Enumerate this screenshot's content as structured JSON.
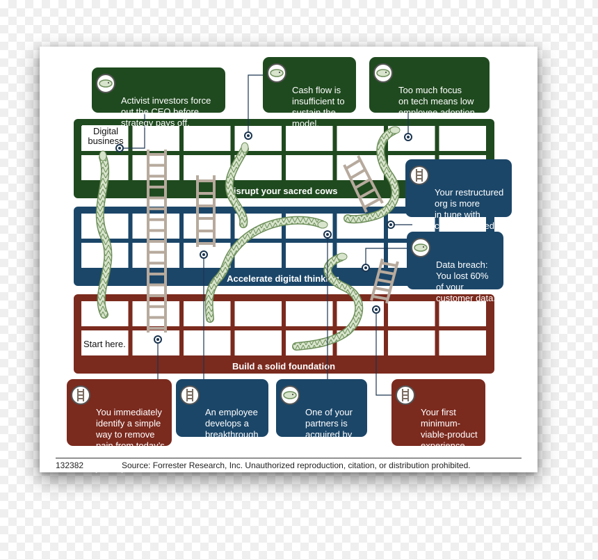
{
  "bands": {
    "top": {
      "label": "Disrupt your sacred cows",
      "color": "#1f4a1f"
    },
    "middle": {
      "label": "Accelerate digital thinking",
      "color": "#1b4668"
    },
    "bottom": {
      "label": "Build a solid foundation",
      "color": "#7b2a1e"
    }
  },
  "board": {
    "goal_label": "Digital\nbusiness",
    "start_label": "Start here."
  },
  "callouts": {
    "activist": {
      "text": "Activist investors force\nout the CEO before\nstrategy pays off.",
      "icon": "snake-icon",
      "color": "#1f4a1f"
    },
    "cashflow": {
      "text": "Cash flow is\ninsufficient to\nsustain the\nmodel.",
      "icon": "snake-icon",
      "color": "#1f4a1f"
    },
    "techfocus": {
      "text": "Too much focus\non tech means low\nemployee adoption.",
      "icon": "snake-icon",
      "color": "#1f4a1f"
    },
    "restructured": {
      "text": "Your restructured\norg is more\nin tune with\ncustomer needs.",
      "icon": "ladder-icon",
      "color": "#1b4668"
    },
    "databreach": {
      "text": "Data breach:\nYou lost 60%\nof your\ncustomer data.",
      "icon": "snake-icon",
      "color": "#1b4668"
    },
    "simpleway": {
      "text": "You immediately\nidentify a simple\nway to remove\npain from today’s\ncustomer journey.",
      "icon": "ladder-icon",
      "color": "#7b2a1e"
    },
    "breakthrough": {
      "text": "An employee\ndevelops a\nbreakthrough\nidea.",
      "icon": "ladder-icon",
      "color": "#1b4668"
    },
    "partner": {
      "text": "One of your\npartners is\nacquired by\na competitor.",
      "icon": "snake-icon",
      "color": "#1b4668"
    },
    "viral": {
      "text": "Your first\nminimum-\nviable-product\nexperience\ngoes viral.",
      "icon": "ladder-icon",
      "color": "#7b2a1e"
    }
  },
  "footer": {
    "figure_id": "132382",
    "source": "Source: Forrester Research, Inc. Unauthorized reproduction, citation, or distribution prohibited."
  }
}
